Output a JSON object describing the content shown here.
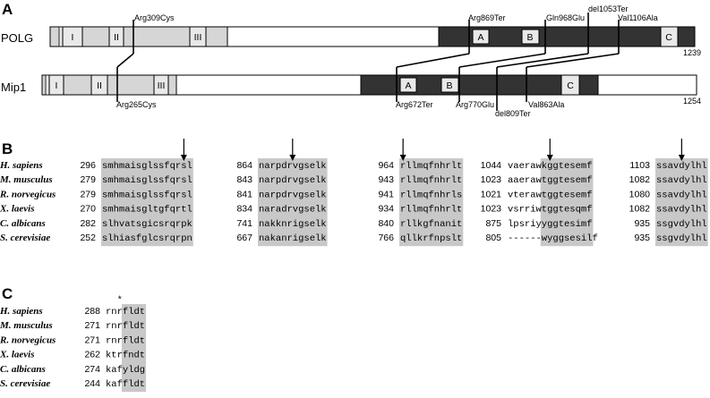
{
  "panels": {
    "a": "A",
    "b": "B",
    "c": "C"
  },
  "colors": {
    "light": "#d6d6d6",
    "box": "#e9e9e9",
    "dark": "#333333",
    "shade": "#c8c8c8"
  },
  "polg": {
    "name": "POLG",
    "length": "1239",
    "domains": [
      "I",
      "II",
      "III",
      "A",
      "B",
      "C"
    ],
    "mutations": [
      "Arg309Cys",
      "Arg869Ter",
      "Gln968Glu",
      "del1053Ter",
      "Val1106Ala"
    ]
  },
  "mip1": {
    "name": "Mip1",
    "length": "1254",
    "domains": [
      "I",
      "II",
      "III",
      "A",
      "B",
      "C"
    ],
    "mutations": [
      "Arg265Cys",
      "Arg672Ter",
      "Arg770Glu",
      "del809Ter",
      "Val863Ala"
    ]
  },
  "species": [
    "H. sapiens",
    "M. musculus",
    "R. norvegicus",
    "X. laevis",
    "C. albicans",
    "S. cerevisiae"
  ],
  "alignment_b": [
    {
      "starts": [
        "296",
        "279",
        "279",
        "270",
        "282",
        "252"
      ],
      "seqs": [
        "smhmaisglssfqrsl",
        "smhmaisglssfqrsl",
        "smhmaisglssfqrsl",
        "smhmaisgltgfqrtl",
        "slhvatsgicsrqrpk",
        "slhiasfglcsrqrpn"
      ]
    },
    {
      "starts": [
        "864",
        "843",
        "841",
        "834",
        "741",
        "667"
      ],
      "seqs": [
        "narpdrvgselk",
        "narpdrvgselk",
        "narpdrvgselk",
        "naradrvgselk",
        "nakknrigselk",
        "nakanrigselk"
      ]
    },
    {
      "starts": [
        "964",
        "943",
        "941",
        "934",
        "840",
        "766"
      ],
      "seqs": [
        "rllmqfnhrlt",
        "rllmqfnhrlt",
        "rllmqfnhrls",
        "rllmqfnhrlt",
        "rllkgfnanit",
        "qllkrfnpslt"
      ]
    },
    {
      "starts": [
        "1044",
        "1023",
        "1021",
        "1023",
        "875",
        "805"
      ],
      "seqs": [
        "vaerawkggtesemf",
        "aaerawtggtesemf",
        "vterawtggtesemf",
        "vsrriwtggtesqmf",
        "lpsriyyggtesimf",
        "------wyggsesilf"
      ]
    },
    {
      "starts": [
        "1103",
        "1082",
        "1080",
        "1082",
        "935",
        "935"
      ],
      "seqs": [
        "ssavdylhl",
        "ssavdylhl",
        "ssavdylhl",
        "ssavdylhl",
        "ssgvdylhl",
        "ssgvdylhl"
      ]
    }
  ],
  "alignment_c": {
    "marker": "*",
    "starts": [
      "288",
      "271",
      "271",
      "262",
      "274",
      "244"
    ],
    "seqs": [
      "rnrfldt",
      "rnrfldt",
      "rnrfldt",
      "ktrfndt",
      "kafyldg",
      "kaffldt"
    ]
  }
}
